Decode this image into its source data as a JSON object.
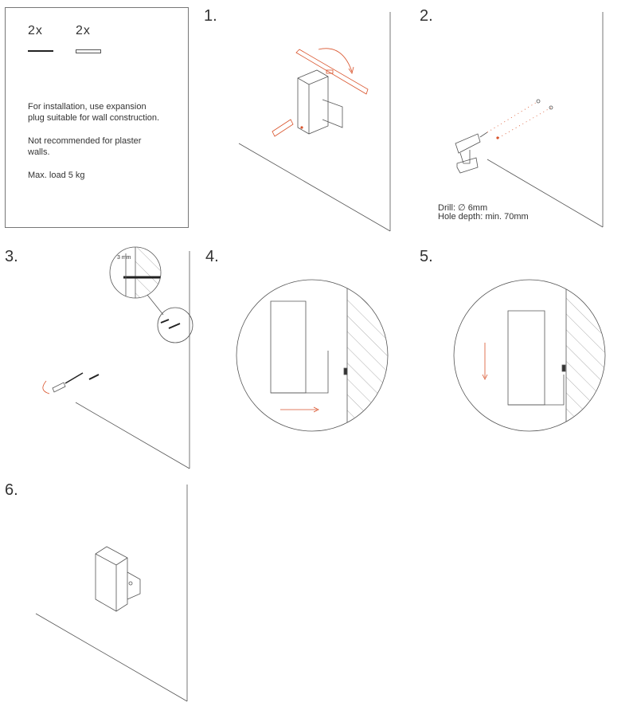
{
  "info_box": {
    "screw_qty": "2x",
    "plug_qty": "2x",
    "notes": [
      "For installation, use expansion",
      "plug suitable for wall construction.",
      "Not recommended for plaster",
      "walls.",
      "Max. load 5 kg"
    ]
  },
  "steps": [
    {
      "number": "1."
    },
    {
      "number": "2.",
      "drill": "Drill:  ∅ 6mm",
      "hole_depth": "Hole depth: min. 70mm"
    },
    {
      "number": "3.",
      "gap": "3 mm"
    },
    {
      "number": "4."
    },
    {
      "number": "5."
    },
    {
      "number": "6."
    }
  ],
  "colors": {
    "accent": "#d9532b",
    "line": "#333333"
  }
}
